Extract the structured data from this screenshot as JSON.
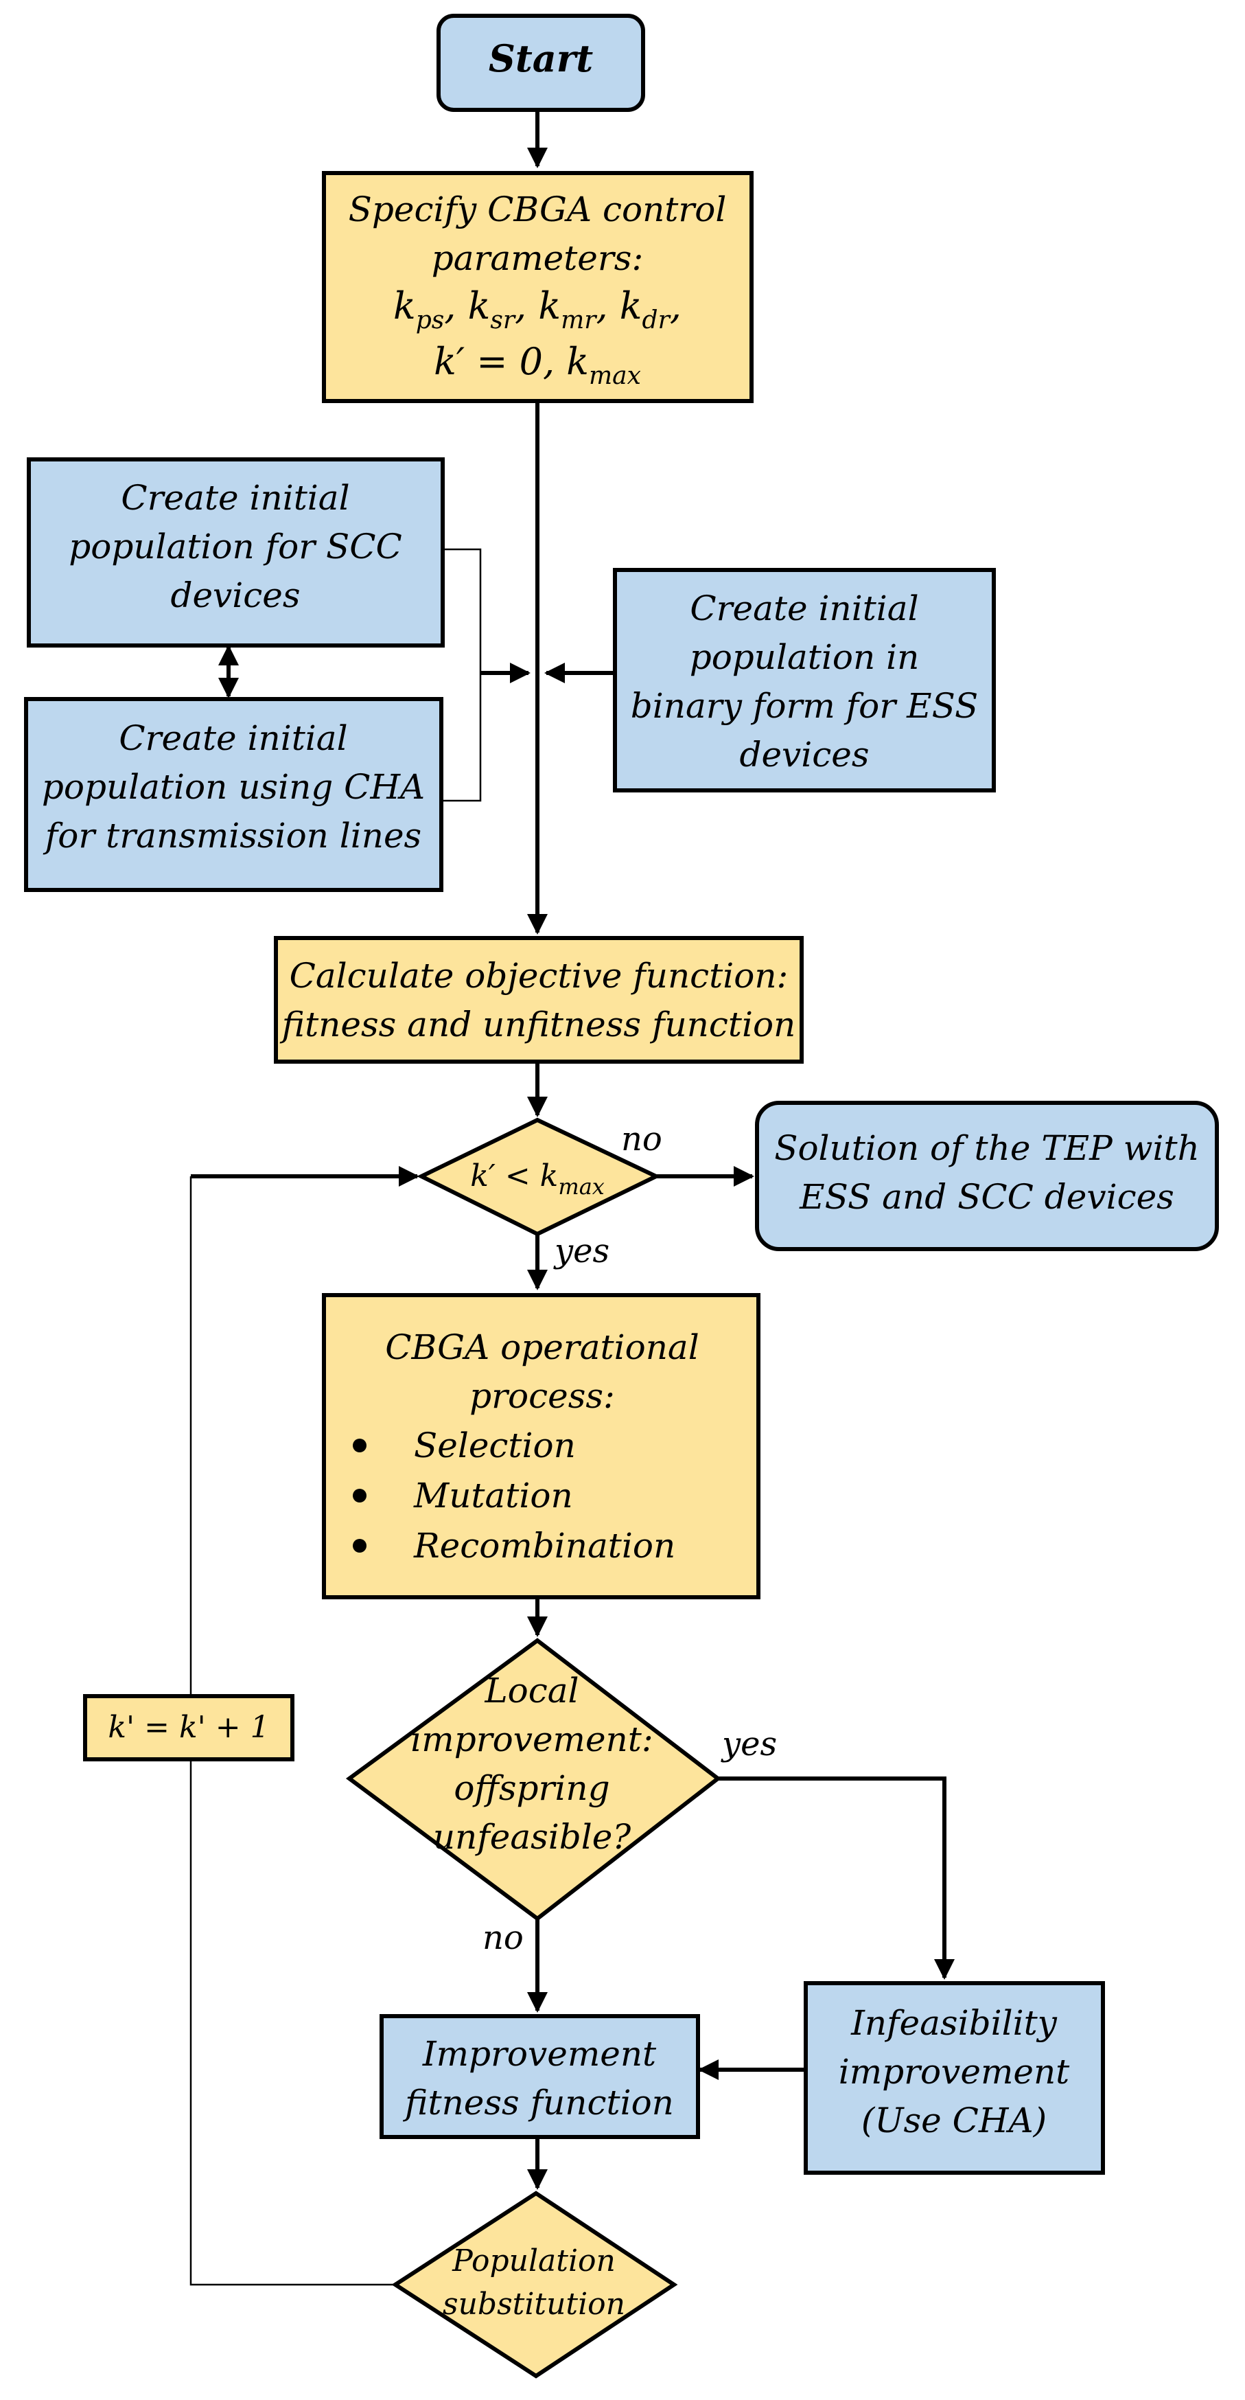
{
  "colors": {
    "process_fill": "#fde49c",
    "data_fill": "#bdd7ee",
    "stroke": "#000000"
  },
  "nodes": {
    "start": {
      "text": "Start"
    },
    "specify": {
      "lines": [
        "Specify CBGA control",
        "parameters:"
      ],
      "math1": "k_ps, k_sr, k_mr, k_dr,",
      "math2": "k' = 0, k_max"
    },
    "init_scc": {
      "lines": [
        "Create initial",
        "population for SCC",
        "devices"
      ]
    },
    "init_cha": {
      "lines": [
        "Create initial",
        "population using CHA",
        "for transmission lines"
      ]
    },
    "init_ess": {
      "lines": [
        "Create initial",
        "population in",
        "binary form for ESS",
        "devices"
      ]
    },
    "calc_obj": {
      "lines": [
        "Calculate objective function:",
        "fitness and unfitness function"
      ]
    },
    "decision_k": {
      "text": "k' < k_max"
    },
    "solution": {
      "lines": [
        "Solution of the TEP with",
        "ESS and SCC devices"
      ]
    },
    "cbga_process": {
      "lines": [
        "CBGA operational",
        "process:"
      ],
      "bullets": [
        "Selection",
        "Mutation",
        "Recombination"
      ]
    },
    "local_imp": {
      "lines": [
        "Local",
        "improvement:",
        "offspring",
        "unfeasible?"
      ]
    },
    "increment": {
      "text": "k' = k' + 1"
    },
    "infeas": {
      "lines": [
        "Infeasibility",
        "improvement",
        "(Use CHA)"
      ]
    },
    "improve_fit": {
      "lines": [
        "Improvement",
        "fitness function"
      ]
    },
    "pop_sub": {
      "lines": [
        "Population",
        "substitution"
      ]
    }
  },
  "edge_labels": {
    "no_top": "no",
    "yes_top": "yes",
    "yes_local": "yes",
    "no_local": "no"
  }
}
